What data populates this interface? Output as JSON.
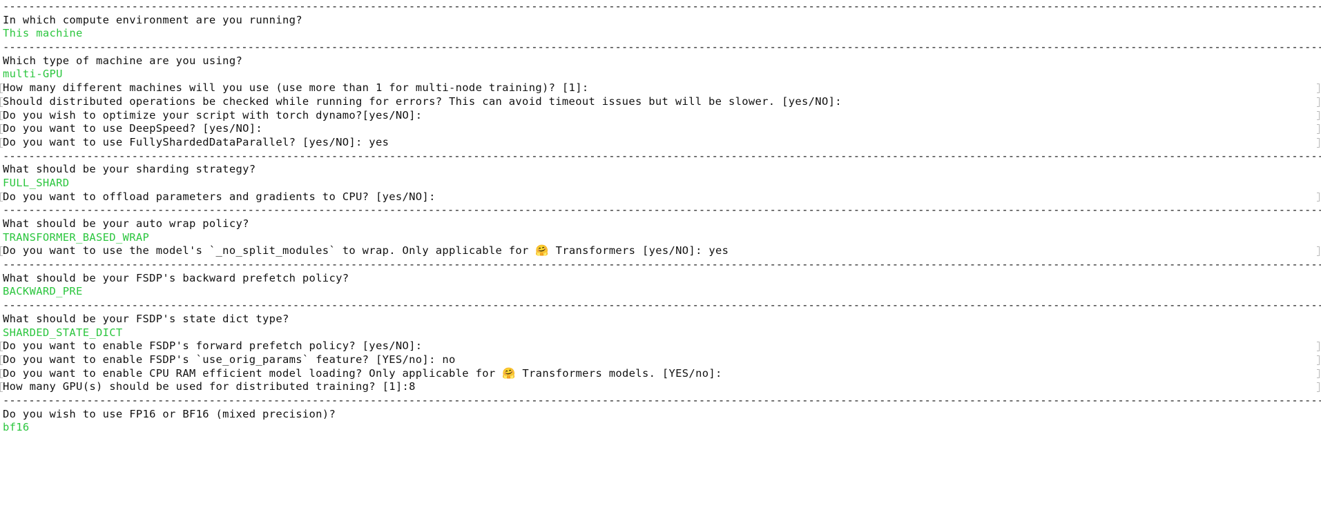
{
  "terminal": {
    "title": "accelerate config",
    "colors": {
      "background": "#ffffff",
      "foreground": "#111111",
      "answer_green": "#2cc63f",
      "wrap_marker_gray": "#b9b9b9"
    },
    "separator": "--------------------------------------------------------------------------------------------------------------------------------------------------------------------------------------------------------------------------------------------------------",
    "lines": [
      {
        "kind": "separator",
        "text": ""
      },
      {
        "kind": "question",
        "text": "In which compute environment are you running?"
      },
      {
        "kind": "answer",
        "text": "This machine"
      },
      {
        "kind": "separator",
        "text": ""
      },
      {
        "kind": "question",
        "text": "Which type of machine are you using?"
      },
      {
        "kind": "answer",
        "text": "multi-GPU"
      },
      {
        "kind": "prompt",
        "text": "How many different machines will you use (use more than 1 for multi-node training)? [1]:"
      },
      {
        "kind": "prompt",
        "text": "Should distributed operations be checked while running for errors? This can avoid timeout issues but will be slower. [yes/NO]:"
      },
      {
        "kind": "prompt",
        "text": "Do you wish to optimize your script with torch dynamo?[yes/NO]:"
      },
      {
        "kind": "prompt",
        "text": "Do you want to use DeepSpeed? [yes/NO]:"
      },
      {
        "kind": "prompt",
        "text": "Do you want to use FullyShardedDataParallel? [yes/NO]: yes"
      },
      {
        "kind": "separator",
        "text": ""
      },
      {
        "kind": "question",
        "text": "What should be your sharding strategy?"
      },
      {
        "kind": "answer",
        "text": "FULL_SHARD"
      },
      {
        "kind": "prompt",
        "text": "Do you want to offload parameters and gradients to CPU? [yes/NO]:"
      },
      {
        "kind": "separator",
        "text": ""
      },
      {
        "kind": "question",
        "text": "What should be your auto wrap policy?"
      },
      {
        "kind": "answer",
        "text": "TRANSFORMER_BASED_WRAP"
      },
      {
        "kind": "prompt",
        "text": "Do you want to use the model's `_no_split_modules` to wrap. Only applicable for 🤗 Transformers [yes/NO]: yes"
      },
      {
        "kind": "separator",
        "text": ""
      },
      {
        "kind": "question",
        "text": "What should be your FSDP's backward prefetch policy?"
      },
      {
        "kind": "answer",
        "text": "BACKWARD_PRE"
      },
      {
        "kind": "separator",
        "text": ""
      },
      {
        "kind": "question",
        "text": "What should be your FSDP's state dict type?"
      },
      {
        "kind": "answer",
        "text": "SHARDED_STATE_DICT"
      },
      {
        "kind": "prompt",
        "text": "Do you want to enable FSDP's forward prefetch policy? [yes/NO]:"
      },
      {
        "kind": "prompt",
        "text": "Do you want to enable FSDP's `use_orig_params` feature? [YES/no]: no"
      },
      {
        "kind": "prompt",
        "text": "Do you want to enable CPU RAM efficient model loading? Only applicable for 🤗 Transformers models. [YES/no]:"
      },
      {
        "kind": "prompt",
        "text": "How many GPU(s) should be used for distributed training? [1]:8"
      },
      {
        "kind": "separator",
        "text": ""
      },
      {
        "kind": "question",
        "text": "Do you wish to use FP16 or BF16 (mixed precision)?"
      },
      {
        "kind": "answer",
        "text": "bf16"
      }
    ]
  }
}
